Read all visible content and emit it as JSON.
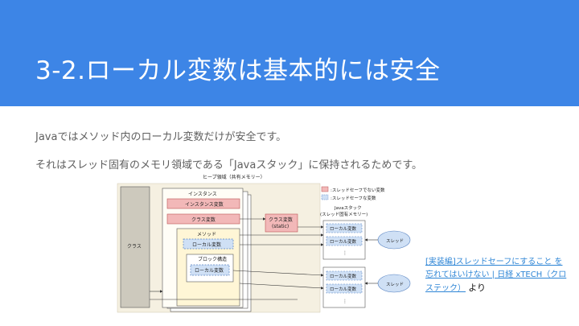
{
  "slide": {
    "title": "3-2.ローカル変数は基本的には安全",
    "line1": "Javaではメソッド内のローカル変数だけが安全です。",
    "line2": "それはスレッド固有のメモリ領域である「Javaスタック」に保持されるためです。",
    "header_color": "#3d85e6"
  },
  "diagram": {
    "heap_label": "ヒープ領域（共有メモリー）",
    "class_label": "クラス",
    "instance_label": "インスタンス",
    "instance_var": "インスタンス変数",
    "class_var": "クラス変数",
    "class_var_static_1": "クラス変数",
    "class_var_static_2": "(static)",
    "method_label": "メソッド",
    "local_var": "ローカル変数",
    "block_label": "ブロック構造",
    "legend_unsafe": ":スレッドセーフでない変数",
    "legend_safe": ":スレッドセーフな変数",
    "stack_label_1": "Javaスタック",
    "stack_label_2": "(スレッド固有メモリー)",
    "thread_label": "スレッド",
    "ellipsis": "⋮",
    "colors": {
      "unsafe": "#f2b8b8",
      "safe": "#cfe0f5",
      "heap": "#fff6d6",
      "bg": "#f5f0e1"
    }
  },
  "caption": {
    "link_text": "[実装編]スレッドセーフにすること を忘れてはいけない | 日経 xTECH（クロステック）",
    "suffix": "より"
  }
}
